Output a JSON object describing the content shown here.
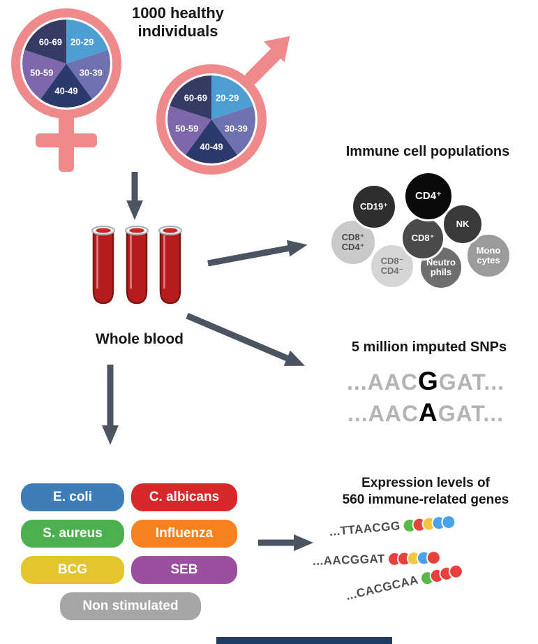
{
  "theme": {
    "arrow_color": "#4b5561",
    "gender_symbol_color": "#ef8a8c"
  },
  "header": {
    "title": "1000 healthy\nindividuals"
  },
  "age_groups": [
    {
      "label": "20-29",
      "color": "#4f9ed3"
    },
    {
      "label": "30-39",
      "color": "#6f72b0"
    },
    {
      "label": "40-49",
      "color": "#2c3a6b"
    },
    {
      "label": "50-59",
      "color": "#7e68ab"
    },
    {
      "label": "60-69",
      "color": "#343c66"
    }
  ],
  "blood": {
    "label": "Whole blood",
    "color": "#b71c1c"
  },
  "immune": {
    "title": "Immune cell populations",
    "cells": [
      {
        "label": "CD8⁺\nCD4⁺",
        "bg": "#c9c9c9",
        "fg": "#4a4a4a"
      },
      {
        "label": "CD19⁺",
        "bg": "#2e2e2e",
        "fg": "#ffffff"
      },
      {
        "label": "CD8⁻\nCD4⁻",
        "bg": "#d5d5d5",
        "fg": "#707070"
      },
      {
        "label": "Mono\ncytes",
        "bg": "#9b9b9b",
        "fg": "#ffffff"
      },
      {
        "label": "Neutro\nphils",
        "bg": "#6e6e6e",
        "fg": "#ffffff"
      },
      {
        "label": "NK",
        "bg": "#3a3a3a",
        "fg": "#ffffff"
      },
      {
        "label": "CD8⁺",
        "bg": "#4a4a4a",
        "fg": "#ffffff"
      },
      {
        "label": "CD4⁺",
        "bg": "#0a0a0a",
        "fg": "#ffffff"
      }
    ]
  },
  "snps": {
    "title": "5 million imputed SNPs",
    "sequences": [
      {
        "pre": "...AAC",
        "variant": "G",
        "post": "GAT..."
      },
      {
        "pre": "...AAC",
        "variant": "A",
        "post": "GAT..."
      }
    ]
  },
  "stimuli": [
    {
      "label": "E. coli",
      "color": "#3f7db8"
    },
    {
      "label": "C. albicans",
      "color": "#d8282c"
    },
    {
      "label": "S. aureus",
      "color": "#4caf50"
    },
    {
      "label": "Influenza",
      "color": "#f5811f"
    },
    {
      "label": "BCG",
      "color": "#e3c52f"
    },
    {
      "label": "SEB",
      "color": "#9c4f9f"
    },
    {
      "label": "Non stimulated",
      "color": "#a6a6a6"
    }
  ],
  "expression": {
    "title": "Expression levels of\n560 immune-related genes",
    "rows": [
      {
        "seq": "...TTAACGG",
        "dots": [
          "#58b947",
          "#e8403d",
          "#f3c73b",
          "#4aa3e8",
          "#4aa3e8"
        ]
      },
      {
        "seq": "...AACGGAT",
        "dots": [
          "#e8403d",
          "#e8403d",
          "#f3c73b",
          "#4aa3e8",
          "#e8403d"
        ]
      },
      {
        "seq": "...CACGCAA",
        "dots": [
          "#58b947",
          "#e8403d",
          "#e8403d",
          "#e8403d"
        ]
      }
    ]
  }
}
